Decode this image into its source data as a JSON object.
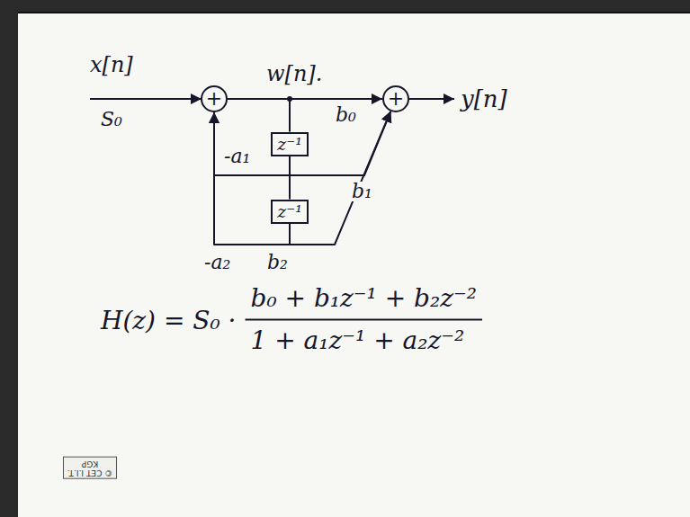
{
  "diagram": {
    "nodes": [
      {
        "text": [
          "+"
        ]
      },
      {
        "text": [
          "+"
        ]
      },
      {
        "text": [
          "z⁻¹"
        ]
      },
      {
        "text": [
          "z⁻¹"
        ]
      }
    ],
    "edges": [
      {
        "from": 0,
        "to": 1,
        "label": "b₀",
        "arrow": "to"
      },
      {
        "from": 0,
        "to": 2,
        "arrow": "none"
      },
      {
        "from": 2,
        "to": 3,
        "arrow": "none"
      },
      {
        "from": 2,
        "to": 0,
        "label": "-a₁",
        "arrow": "to"
      },
      {
        "from": 2,
        "to": 1,
        "label": "b₁",
        "arrow": "to"
      },
      {
        "from": 3,
        "to": 0,
        "label": "-a₂",
        "arrow": "to"
      },
      {
        "from": 3,
        "to": 1,
        "label": "b₂",
        "arrow": "to"
      }
    ],
    "labels": [
      "x[n]",
      "S₀",
      "w[n].",
      "y[n]",
      "H(z) = S₀ ·",
      "b₀ + b₁z⁻¹ + b₂z⁻²",
      "1 + a₁z⁻¹ + a₂z⁻²",
      "© CET I.I.T. KGP"
    ]
  }
}
